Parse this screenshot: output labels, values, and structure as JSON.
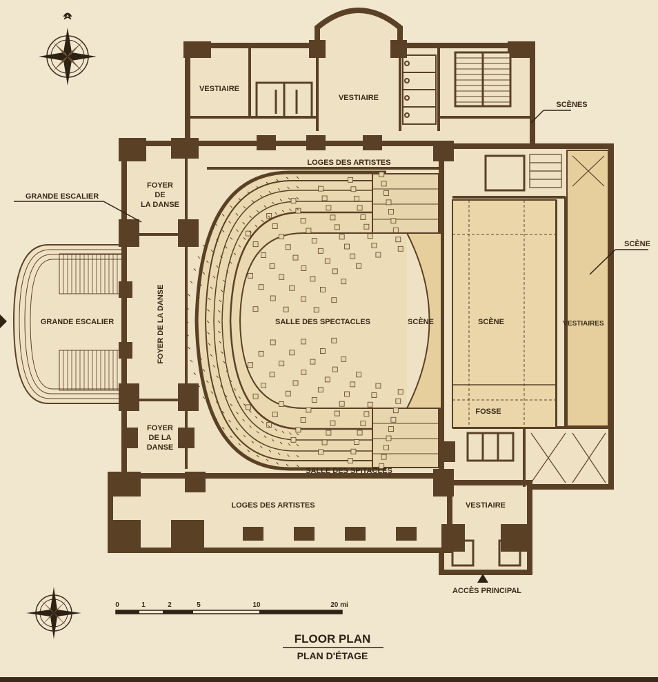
{
  "diagram": {
    "title": "FLOOR PLAN",
    "subtitle": "PLAN D'ÉTAGE",
    "scale_ticks": [
      "0",
      "1",
      "2",
      "5",
      "10",
      "20 mi"
    ],
    "rooms": {
      "vestiaire_left": "VESTIAIRE",
      "vestiaire_mid": "VESTIAIRE",
      "scenes_top": "SCÈNES",
      "loges_top": "LOGES DES ARTISTES",
      "foyer_top_l1": "FOYER",
      "foyer_top_l2": "DE",
      "foyer_top_l3": "LA DANSE",
      "grande_escalier_callout": "GRANDE ESCALIER",
      "grande_escalier_main": "GRANDE ESCALIER",
      "foyer_vertical": "FOYER DE LA DANSE",
      "salle": "SALLE DES SPECTACLES",
      "scene_apron": "SCÈNE",
      "scene_main": "SCÈNE",
      "scene_right": "SCÈNE",
      "vestiaires_right": "VESTIAIRES",
      "fosse": "FOSSE",
      "foyer_bottom_l1": "FOYER",
      "foyer_bottom_l2": "DE LA",
      "foyer_bottom_l3": "DANSE",
      "salle_bottom": "SALLE DES SPITACLES",
      "loges_bottom": "LOGES DES ARTISTES",
      "vestiaire_bottom": "VESTIAIRE",
      "acces": "ACCÈS PRINCIPAL"
    }
  }
}
